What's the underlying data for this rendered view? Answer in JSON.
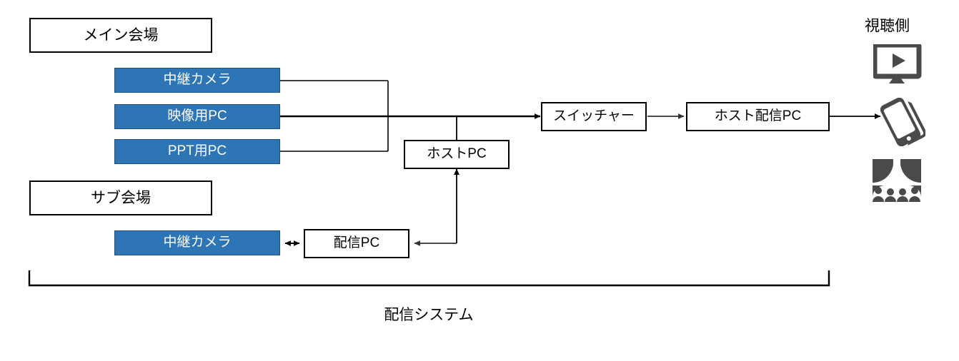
{
  "diagram": {
    "title": "配信システム",
    "caption": "配信システム",
    "viewer_side_label": "視聴側",
    "colors": {
      "blue_fill": "#2E75B6",
      "blue_border": "#1F4E79",
      "line": "#000000",
      "thin_line": "#595959",
      "icon": "#4A4A4A",
      "box_border": "#000000",
      "background": "#FFFFFF"
    },
    "venues": [
      {
        "id": "main-venue",
        "label": "メイン会場"
      },
      {
        "id": "sub-venue",
        "label": "サブ会場"
      }
    ],
    "main_venue_sources": [
      {
        "id": "main-relay-camera",
        "label": "中継カメラ"
      },
      {
        "id": "video-pc",
        "label": "映像用PC"
      },
      {
        "id": "ppt-pc",
        "label": "PPT用PC"
      }
    ],
    "sub_venue_sources": [
      {
        "id": "sub-relay-camera",
        "label": "中継カメラ"
      }
    ],
    "nodes": [
      {
        "id": "host-pc",
        "label": "ホストPC"
      },
      {
        "id": "distribution-pc",
        "label": "配信PC"
      },
      {
        "id": "switcher",
        "label": "スイッチャー"
      },
      {
        "id": "host-distribution-pc",
        "label": "ホスト配信PC"
      }
    ],
    "viewer_icons": [
      {
        "id": "monitor-play-icon",
        "name": "monitor-play-icon"
      },
      {
        "id": "smartphone-icon",
        "name": "smartphone-icon"
      },
      {
        "id": "audience-icon",
        "name": "audience-icon"
      }
    ]
  }
}
